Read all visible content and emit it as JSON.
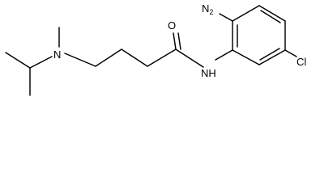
{
  "molecule": {
    "atoms": {
      "amino_n": {
        "symbol": "N",
        "hydrogens": "2"
      },
      "amide_o": "O",
      "amide_nh": "NH",
      "amine_n": "N",
      "chloro": "Cl"
    }
  }
}
